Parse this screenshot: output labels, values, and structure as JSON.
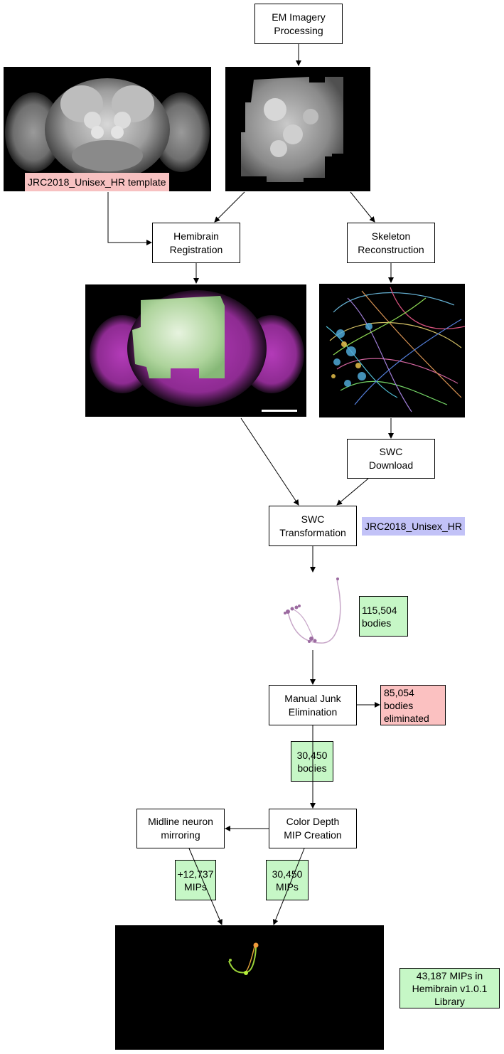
{
  "nodes": {
    "em_imagery": "EM Imagery\nProcessing",
    "hemibrain_registration": "Hemibrain\nRegistration",
    "skeleton_reconstruction": "Skeleton\nReconstruction",
    "swc_download": "SWC\nDownload",
    "swc_transformation": "SWC\nTransformation",
    "manual_junk": "Manual Junk\nElimination",
    "color_depth": "Color Depth\nMIP Creation",
    "midline_mirroring": "Midline neuron\nmirroring"
  },
  "labels": {
    "template": "JRC2018_Unisex_HR template",
    "transform_target": "JRC2018_Unisex_HR",
    "bodies_total": "115,504\nbodies",
    "bodies_eliminated": "85,054\nbodies\neliminated",
    "bodies_kept": "30,450\nbodies",
    "mirrored_mips": "+12,737\nMIPs",
    "created_mips": "30,450\nMIPs",
    "library": "43,187 MIPs in\nHemibrain v1.0.1\nLibrary"
  },
  "colors": {
    "green_tag": "#c6f7c6",
    "red_tag": "#fbc1c1",
    "pink_label": "#f7c1c1",
    "blue_label": "#c2c2f7",
    "magenta": "#b33bb8",
    "image_bg": "#000000"
  }
}
